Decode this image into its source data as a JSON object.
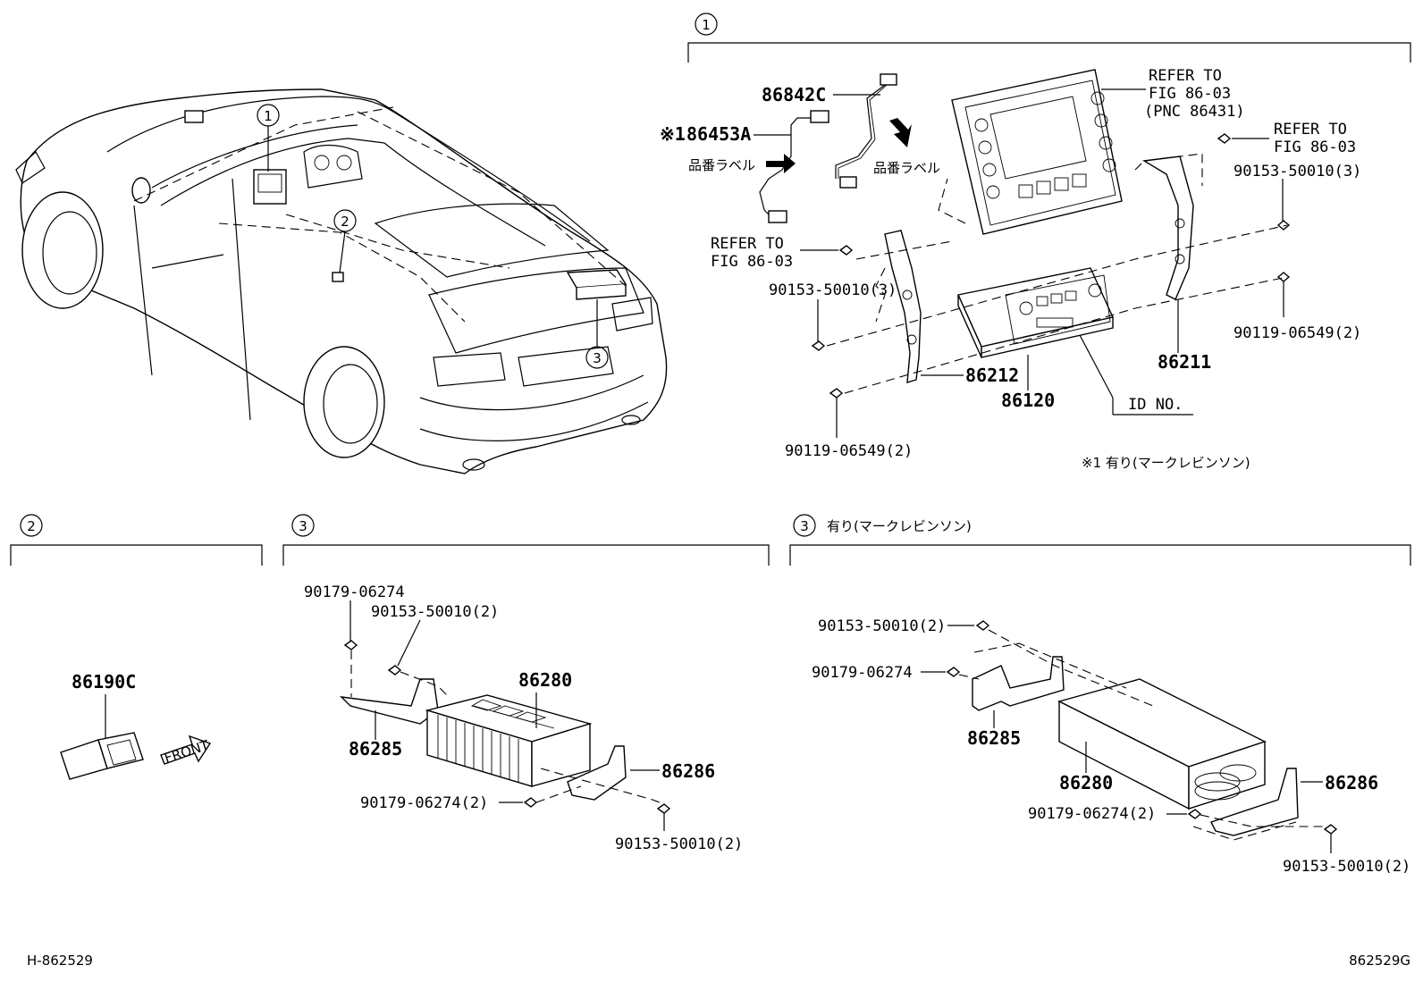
{
  "sections": {
    "top": {
      "callout": "1"
    },
    "lower_left": {
      "callout": "2"
    },
    "lower_mid": {
      "callout": "3"
    },
    "lower_right": {
      "callout": "3",
      "note": "有り(マークレビンソン)"
    }
  },
  "car": {
    "callouts": [
      "1",
      "2",
      "3"
    ]
  },
  "s1": {
    "wire_a": "86842C",
    "wire_b_prefix": "※1",
    "wire_b": "86453A",
    "label_tag_a": "品番ラベル",
    "label_tag_b": "品番ラベル",
    "refer_a": [
      "REFER TO",
      "FIG 86-03",
      "(PNC 86431)"
    ],
    "refer_b": [
      "REFER TO",
      "FIG 86-03"
    ],
    "refer_c": [
      "REFER TO",
      "FIG 86-03"
    ],
    "screw_a": "90153-50010(3)",
    "screw_b": "90153-50010(3)",
    "screw_c": "90119-06549(2)",
    "screw_d": "90119-06549(2)",
    "bracket_l": "86212",
    "bracket_r": "86211",
    "radio": "86120",
    "id_no": "ID NO.",
    "footnote": "※1 有り(マークレビンソン)"
  },
  "s2": {
    "part": "86190C",
    "front": "FRONT"
  },
  "s3": {
    "nut_top": "90179-06274",
    "bolt_top": "90153-50010(2)",
    "amp": "86280",
    "bracket_l": "86285",
    "bracket_r": "86286",
    "nut_bottom": "90179-06274(2)",
    "bolt_bottom": "90153-50010(2)"
  },
  "s4": {
    "bolt_top": "90153-50010(2)",
    "nut_top": "90179-06274",
    "bracket_l": "86285",
    "amp": "86280",
    "bracket_r": "86286",
    "nut_bottom": "90179-06274(2)",
    "bolt_bottom": "90153-50010(2)"
  },
  "footer": {
    "left": "H-862529",
    "right": "862529G"
  }
}
